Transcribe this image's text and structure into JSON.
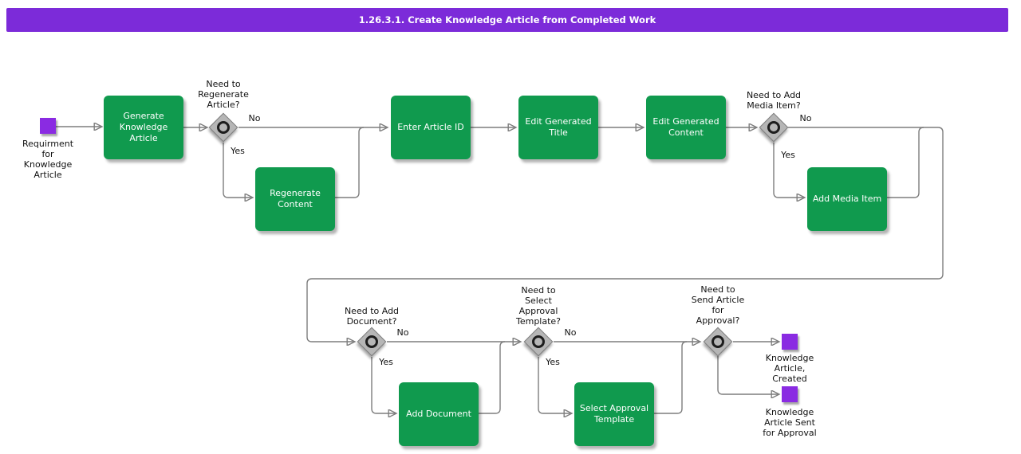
{
  "header": {
    "title": "1.26.3.1. Create Knowledge Article from Completed Work"
  },
  "colors": {
    "header_bg": "#7c2bd9",
    "event_purple": "#8a2be2",
    "task_green": "#109a4e",
    "line_gray": "#7d7d7d",
    "gateway_gray": "#b6b6b6"
  },
  "start_event": {
    "label": "Requirment\nfor\nKnowledge\nArticle"
  },
  "tasks": {
    "generate": {
      "label": "Generate\nKnowledge\nArticle"
    },
    "regenerate": {
      "label": "Regenerate\nContent"
    },
    "enter_article_id": {
      "label": "Enter Article ID"
    },
    "edit_title": {
      "label": "Edit Generated\nTitle"
    },
    "edit_content": {
      "label": "Edit Generated\nContent"
    },
    "add_media": {
      "label": "Add Media Item"
    },
    "add_document": {
      "label": "Add Document"
    },
    "select_template": {
      "label": "Select Approval\nTemplate"
    }
  },
  "decisions": {
    "regenerate": {
      "question": "Need to\nRegenerate\nArticle?",
      "no": "No",
      "yes": "Yes"
    },
    "media": {
      "question": "Need to Add\nMedia Item?",
      "no": "No",
      "yes": "Yes"
    },
    "document": {
      "question": "Need to Add\nDocument?",
      "no": "No",
      "yes": "Yes"
    },
    "template": {
      "question": "Need to\nSelect\nApproval\nTemplate?",
      "no": "No",
      "yes": "Yes"
    },
    "approval": {
      "question": "Need to\nSend Article\nfor\nApproval?"
    }
  },
  "end_events": {
    "created": {
      "label": "Knowledge\nArticle,\nCreated"
    },
    "sent": {
      "label": "Knowledge\nArticle Sent\nfor Approval"
    }
  }
}
